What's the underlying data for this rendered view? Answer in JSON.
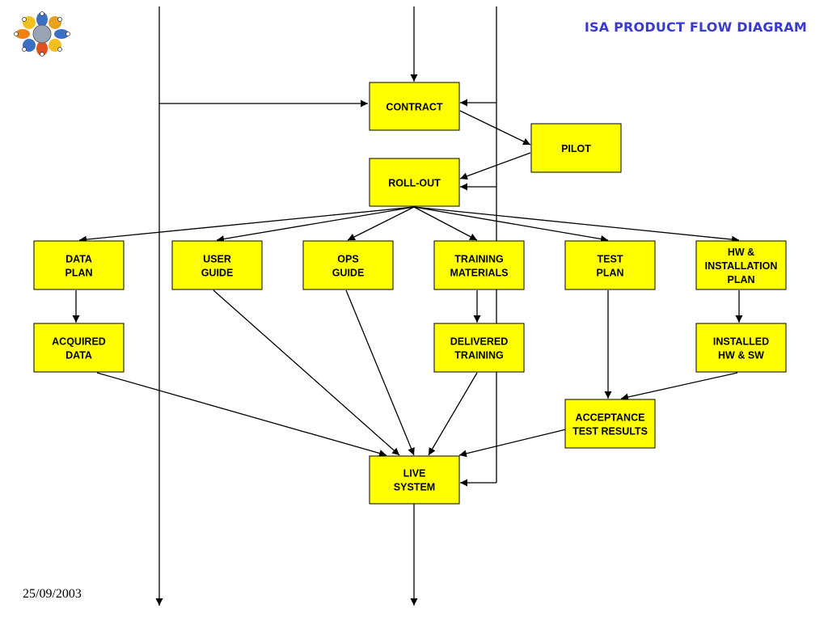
{
  "title": "ISA PRODUCT FLOW DIAGRAM",
  "date": "25/09/2003",
  "logo_icon": "flower-people-logo-icon",
  "nodes": {
    "contract": [
      "CONTRACT"
    ],
    "pilot": [
      "PILOT"
    ],
    "rollout": [
      "ROLL-OUT"
    ],
    "data_plan": [
      "DATA",
      "PLAN"
    ],
    "user_guide": [
      "USER",
      "GUIDE"
    ],
    "ops_guide": [
      "OPS",
      "GUIDE"
    ],
    "training_materials": [
      "TRAINING",
      "MATERIALS"
    ],
    "test_plan": [
      "TEST",
      "PLAN"
    ],
    "hw_installation_plan": [
      "HW &",
      "INSTALLATION",
      "PLAN"
    ],
    "acquired_data": [
      "ACQUIRED",
      "DATA"
    ],
    "delivered_training": [
      "DELIVERED",
      "TRAINING"
    ],
    "installed_hw_sw": [
      "INSTALLED",
      "HW & SW"
    ],
    "acceptance_test_results": [
      "ACCEPTANCE",
      "TEST RESULTS"
    ],
    "live_system": [
      "LIVE",
      "SYSTEM"
    ]
  },
  "colors": {
    "box_fill": "#ffff00",
    "title": "#3a3ad0"
  }
}
